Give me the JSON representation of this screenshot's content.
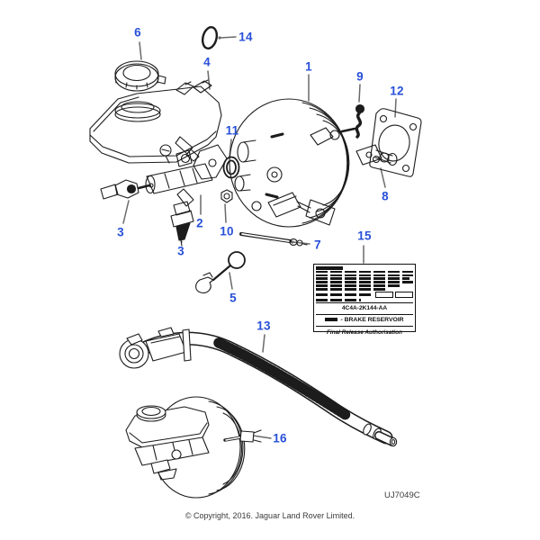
{
  "diagram": {
    "code": "UJ7049C",
    "copyright": "© Copyright, 2016. Jaguar Land Rover Limited.",
    "accent_color": "#2850d8",
    "line_color": "#1c1c1c"
  },
  "callouts": [
    {
      "id": "6",
      "label": "6"
    },
    {
      "id": "14",
      "label": "14"
    },
    {
      "id": "4",
      "label": "4"
    },
    {
      "id": "1",
      "label": "1"
    },
    {
      "id": "9",
      "label": "9"
    },
    {
      "id": "12",
      "label": "12"
    },
    {
      "id": "11",
      "label": "11"
    },
    {
      "id": "8",
      "label": "8"
    },
    {
      "id": "2",
      "label": "2"
    },
    {
      "id": "3a",
      "label": "3"
    },
    {
      "id": "3b",
      "label": "3"
    },
    {
      "id": "10",
      "label": "10"
    },
    {
      "id": "7",
      "label": "7"
    },
    {
      "id": "5",
      "label": "5"
    },
    {
      "id": "15",
      "label": "15"
    },
    {
      "id": "13",
      "label": "13"
    },
    {
      "id": "16",
      "label": "16"
    }
  ],
  "sticker": {
    "part_number": "4C4A-2K144-AA",
    "product": "- BRAKE RESERVOIR",
    "footer": "Final Release Authorisation"
  }
}
